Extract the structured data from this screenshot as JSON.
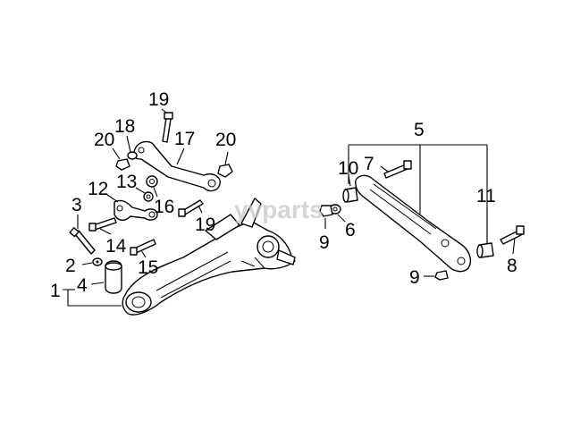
{
  "watermark": "yvparts",
  "callouts": [
    {
      "id": "c1",
      "label": "1"
    },
    {
      "id": "c2",
      "label": "2"
    },
    {
      "id": "c3",
      "label": "3"
    },
    {
      "id": "c4",
      "label": "4"
    },
    {
      "id": "c5",
      "label": "5"
    },
    {
      "id": "c6",
      "label": "6"
    },
    {
      "id": "c7",
      "label": "7"
    },
    {
      "id": "c8",
      "label": "8"
    },
    {
      "id": "c9a",
      "label": "9"
    },
    {
      "id": "c9b",
      "label": "9"
    },
    {
      "id": "c10",
      "label": "10"
    },
    {
      "id": "c11",
      "label": "11"
    },
    {
      "id": "c12",
      "label": "12"
    },
    {
      "id": "c13",
      "label": "13"
    },
    {
      "id": "c14",
      "label": "14"
    },
    {
      "id": "c15",
      "label": "15"
    },
    {
      "id": "c16",
      "label": "16"
    },
    {
      "id": "c17",
      "label": "17"
    },
    {
      "id": "c18",
      "label": "18"
    },
    {
      "id": "c19a",
      "label": "19"
    },
    {
      "id": "c19b",
      "label": "19"
    },
    {
      "id": "c20a",
      "label": "20"
    },
    {
      "id": "c20b",
      "label": "20"
    }
  ]
}
